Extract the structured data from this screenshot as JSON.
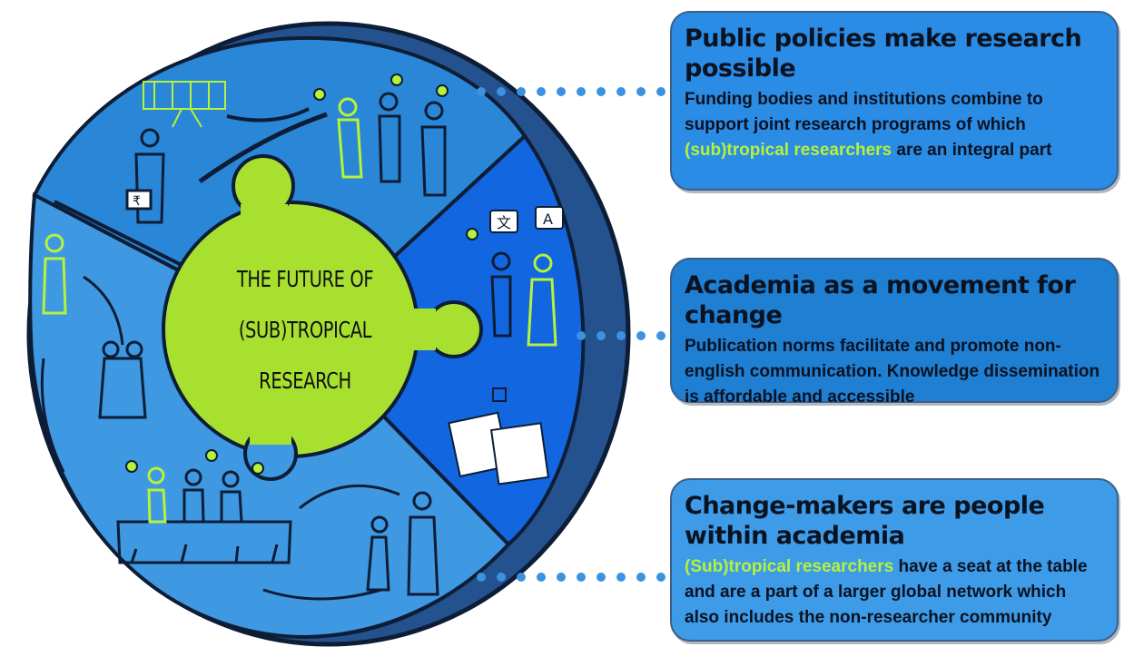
{
  "center": {
    "line1": "THE FUTURE OF",
    "line2": "(SUB)TROPICAL",
    "line3": "RESEARCH"
  },
  "callouts": [
    {
      "title": "Public policies make research possible",
      "text_before": "Funding bodies and institutions combine to support joint research programs of which ",
      "highlight": "(sub)tropical researchers",
      "text_after": " are an integral part"
    },
    {
      "title": "Academia as a movement for change",
      "text": "Publication norms facilitate and promote non-english communication. Knowledge dissemination is affordable and accessible"
    },
    {
      "title": "Change-makers are people within academia",
      "highlight": "(Sub)tropical researchers",
      "text_after": " have a seat at the table and are a part of a larger global network which also includes the non-researcher community"
    }
  ],
  "illustration_labels": {
    "translate_left": "文",
    "translate_right": "A",
    "briefcase_symbol": "₹"
  },
  "colors": {
    "highlight": "#b6f23a",
    "puzzle_green": "#a8e030",
    "ring_outer": "#25508f",
    "segment_public": "#2a87d8",
    "segment_academia": "#1268e0",
    "segment_change": "#3f98e2",
    "dots": "#3b92e0",
    "text_dark": "#0b1220"
  }
}
